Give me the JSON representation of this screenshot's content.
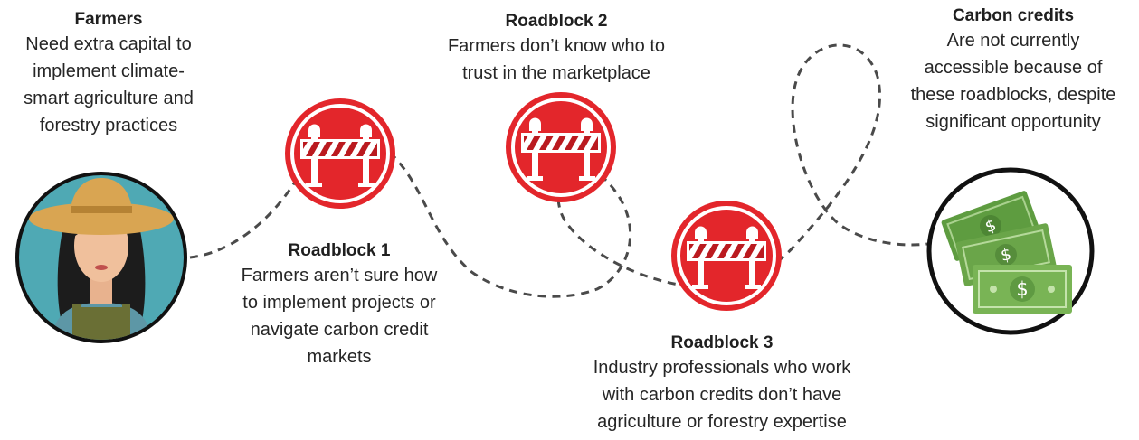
{
  "farmers": {
    "title": "Farmers",
    "text": "Need extra capital to\nimplement climate-\nsmart agriculture and\nforestry practices"
  },
  "roadblocks": [
    {
      "title": "Roadblock 1",
      "text": "Farmers aren’t sure how\nto implement projects or\nnavigate carbon credit\nmarkets"
    },
    {
      "title": "Roadblock 2",
      "text": "Farmers don’t know who to\ntrust in the marketplace"
    },
    {
      "title": "Roadblock 3",
      "text": "Industry professionals who work\nwith carbon credits don’t have\nagriculture or forestry expertise"
    }
  ],
  "carbon_credits": {
    "title": "Carbon credits",
    "text": "Are not currently\naccessible because of\nthese roadblocks, despite\nsignificant opportunity",
    "currency_symbol": "$"
  },
  "icons": {
    "farmer": "farmer-avatar-icon",
    "roadblock": "road-barrier-icon",
    "money": "money-stack-icon"
  },
  "colors": {
    "roadblock_red": "#e3262b",
    "barrier_red": "#ba1a1f",
    "path": "#4a4a4a",
    "money_green": "#6aa549",
    "avatar_bg": "#4fa9b4",
    "hat": "#d9a552"
  }
}
